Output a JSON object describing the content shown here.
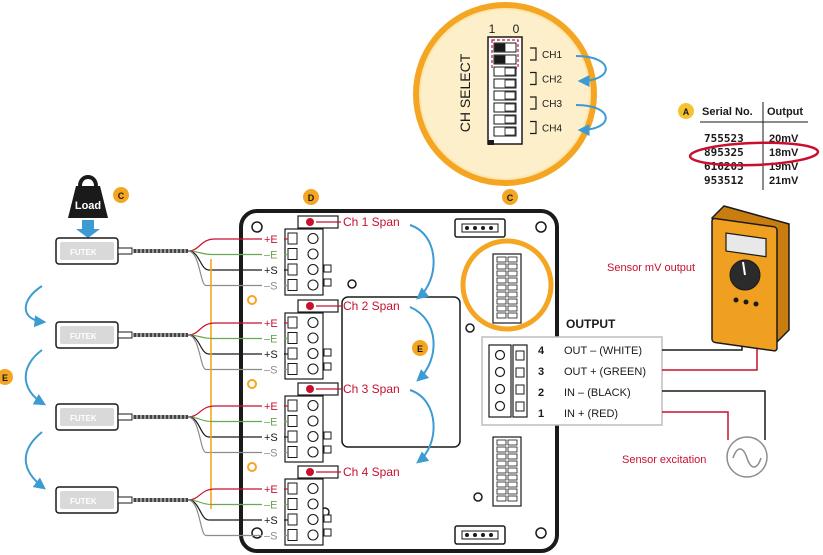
{
  "colors": {
    "red": "#c8102e",
    "green": "#6aa84f",
    "orange": "#f4a623",
    "orange_light": "#fbd78f",
    "blue": "#3d9bd4",
    "black": "#1a1a1a",
    "gray": "#8c8c8c",
    "meter_body": "#f0a020"
  },
  "ch_select": {
    "title": "CH SELECT",
    "col_1": "1",
    "col_0": "0",
    "channels": [
      "CH1",
      "CH2",
      "CH3",
      "CH4"
    ]
  },
  "serial_table": {
    "badge": "A",
    "header_serial": "Serial No.",
    "header_output": "Output",
    "rows": [
      {
        "serial": "755523",
        "output": "20mV"
      },
      {
        "serial": "895325",
        "output": "18mV"
      },
      {
        "serial": "616203",
        "output": "19mV"
      },
      {
        "serial": "953512",
        "output": "21mV"
      }
    ],
    "highlight_row": 1
  },
  "load": {
    "label": "Load",
    "badge": "C"
  },
  "sensor_brand": "FUTEK",
  "badges": {
    "d": "D",
    "c_top": "C",
    "e_left": "E",
    "e_center": "E"
  },
  "terminals": [
    "+E",
    "–E",
    "+S",
    "–S"
  ],
  "spans": [
    "Ch 1 Span",
    "Ch 2 Span",
    "Ch 3 Span",
    "Ch 4 Span"
  ],
  "output": {
    "title": "OUTPUT",
    "rows": [
      {
        "num": "4",
        "label": "OUT – (WHITE)"
      },
      {
        "num": "3",
        "label": "OUT + (GREEN)"
      },
      {
        "num": "2",
        "label": "IN – (BLACK)"
      },
      {
        "num": "1",
        "label": "IN + (RED)"
      }
    ]
  },
  "sensor_mv_output": "Sensor mV output",
  "sensor_excitation": "Sensor excitation"
}
